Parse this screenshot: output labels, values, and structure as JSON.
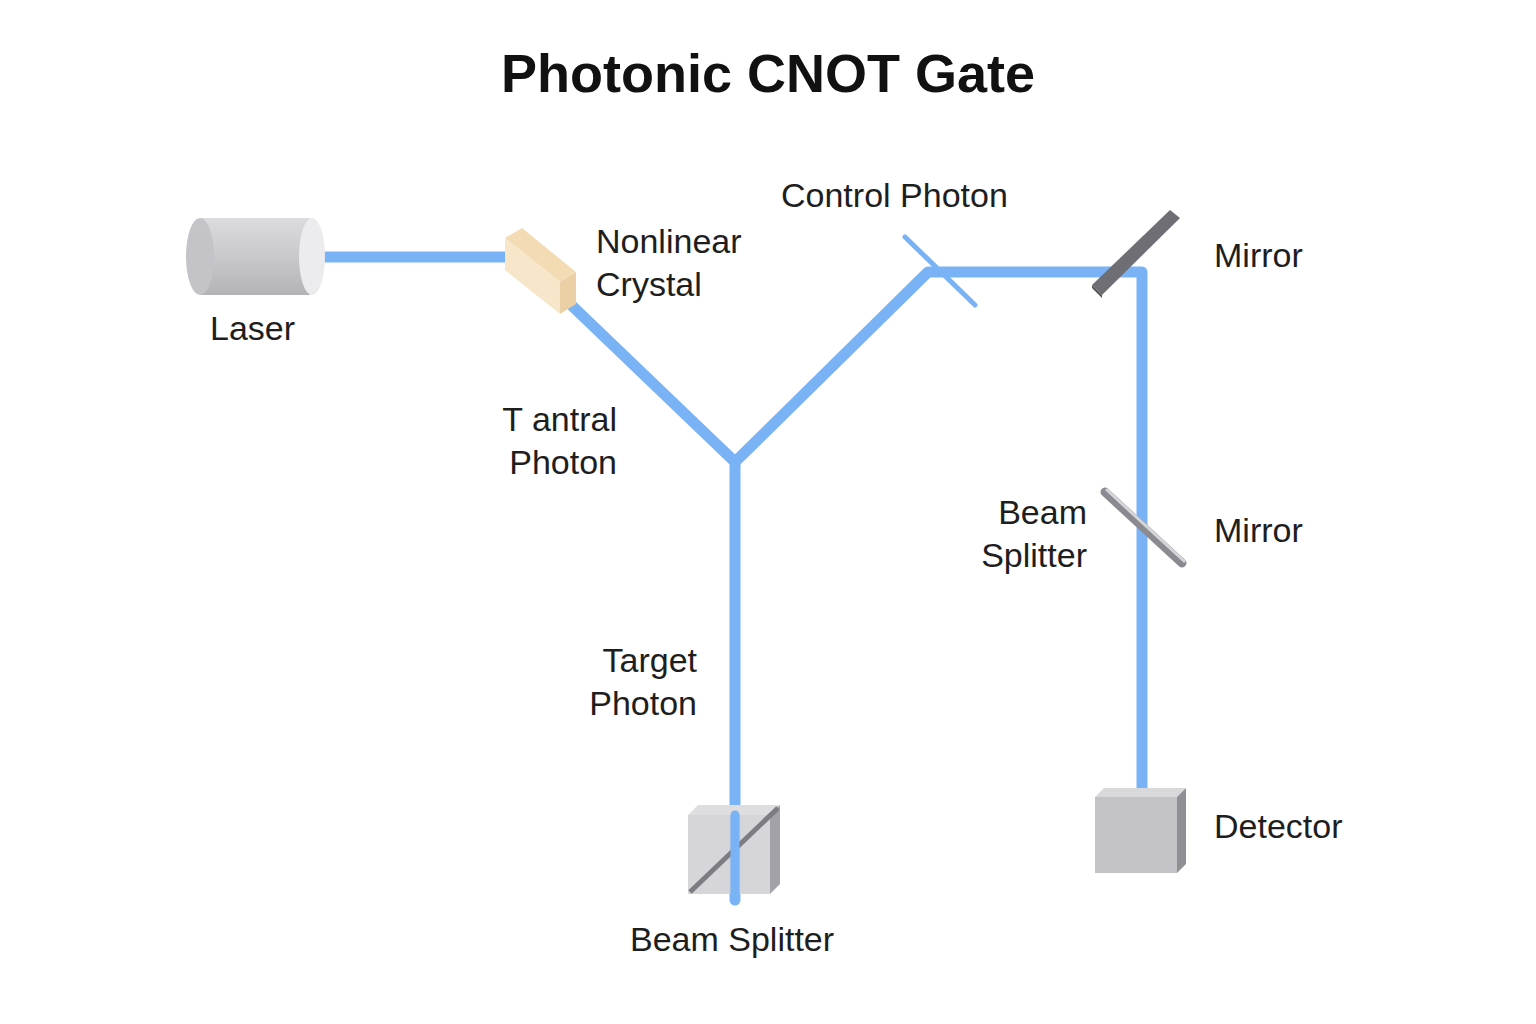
{
  "diagram": {
    "title": "Photonic CNOT Gate",
    "labels": [
      "Control Photon",
      "Nonlinear Crystal",
      "Mirror",
      "Laser",
      "T antral Photon",
      "Beam Splitter",
      "Mirror",
      "Target Photon",
      "Detector",
      "Beam Splitter"
    ]
  }
}
